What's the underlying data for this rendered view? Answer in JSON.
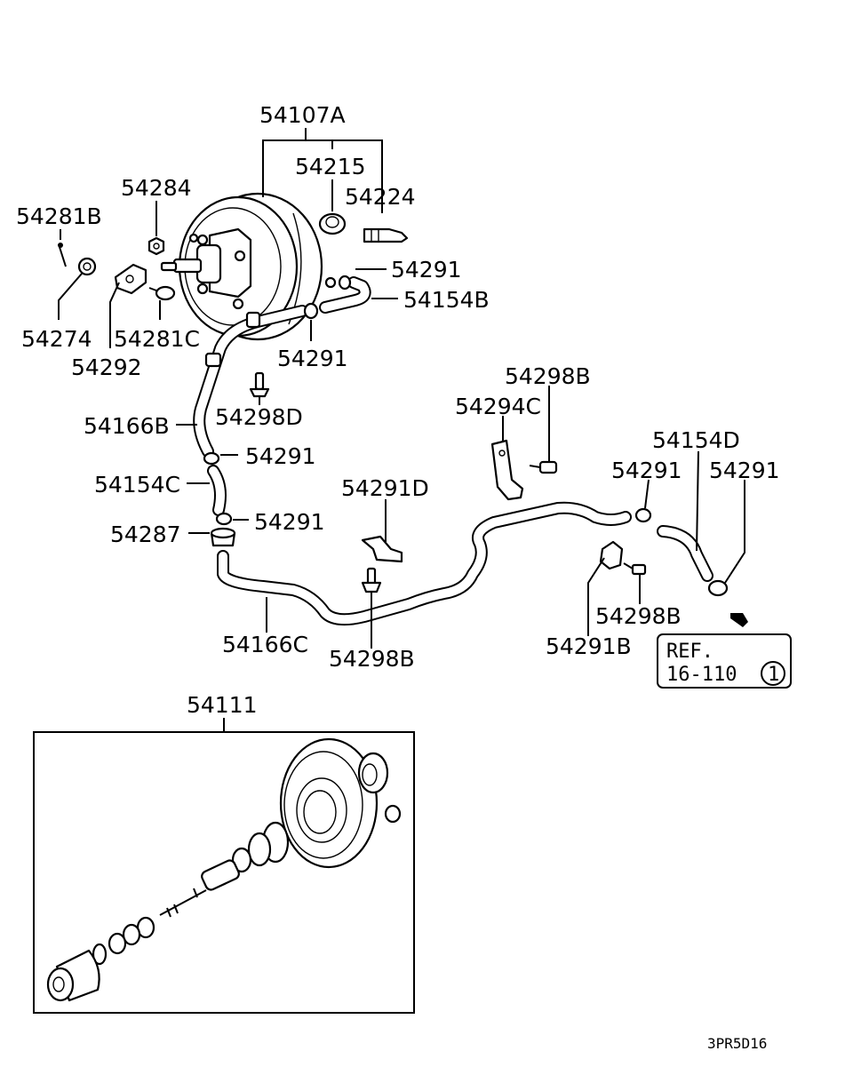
{
  "labels": {
    "p54107A": "54107A",
    "p54215": "54215",
    "p54224": "54224",
    "p54284": "54284",
    "p54281B": "54281B",
    "p54291_top": "54291",
    "p54154B": "54154B",
    "p54274": "54274",
    "p54281C": "54281C",
    "p54292": "54292",
    "p54291_mid": "54291",
    "p54298D": "54298D",
    "p54166B": "54166B",
    "p54291_a": "54291",
    "p54154C": "54154C",
    "p54291_b": "54291",
    "p54287": "54287",
    "p54291D": "54291D",
    "p54298B_top": "54298B",
    "p54294C": "54294C",
    "p54154D": "54154D",
    "p54291_r1": "54291",
    "p54291_r2": "54291",
    "p54166C": "54166C",
    "p54298B_bot": "54298B",
    "p54298B_right": "54298B",
    "p54291B": "54291B",
    "p54111": "54111"
  },
  "ref_box": {
    "line1": "REF.",
    "line2": "16-110",
    "circled": "1"
  },
  "diagram_code": "3PR5D16"
}
